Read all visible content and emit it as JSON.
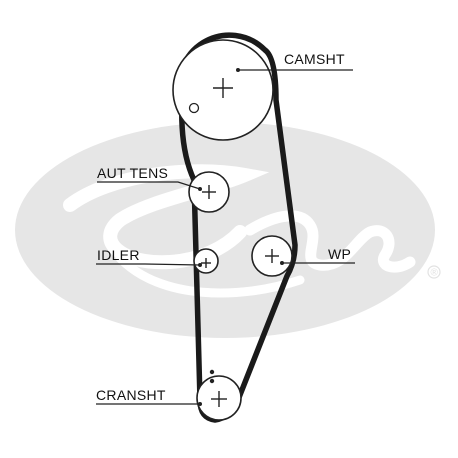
{
  "watermark": {
    "brand": "Gates",
    "registered_mark": "®",
    "color": "#e6e6e6"
  },
  "colors": {
    "belt": "#1a1a1a",
    "pulley": "#222222",
    "label": "#111111"
  },
  "labels": {
    "camshaft": "CAMSHT",
    "auto_tensioner": "AUT TENS",
    "idler": "IDLER",
    "water_pump": "WP",
    "crankshaft": "CRANSHT"
  }
}
